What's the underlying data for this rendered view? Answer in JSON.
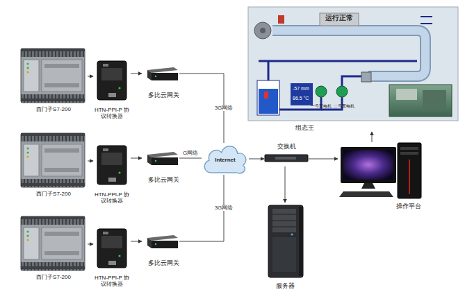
{
  "diagram": {
    "nodes": [
      {
        "text": [
          "西门子S7-200"
        ]
      },
      {
        "text": [
          "HTN-PPI-P 协议转换器"
        ]
      },
      {
        "text": [
          "多比云网关"
        ]
      },
      {
        "text": [
          "西门子S7-200"
        ]
      },
      {
        "text": [
          "HTN-PPI-P 协议转换器"
        ]
      },
      {
        "text": [
          "多比云网关"
        ]
      },
      {
        "text": [
          "西门子S7-200"
        ]
      },
      {
        "text": [
          "HTN-PPI-P 协议转换器"
        ]
      },
      {
        "text": [
          "多比云网关"
        ]
      },
      {
        "text": [
          "Internet"
        ]
      },
      {
        "text": [
          "交换机"
        ]
      },
      {
        "text": [
          "操作平台"
        ]
      },
      {
        "text": [
          "服务器"
        ]
      },
      {
        "text": [
          "运行正常",
          "组态王"
        ]
      }
    ],
    "edges": [
      {
        "from": 0,
        "to": 1,
        "arrow": "to"
      },
      {
        "from": 1,
        "to": 2,
        "arrow": "to"
      },
      {
        "from": 3,
        "to": 4,
        "arrow": "to"
      },
      {
        "from": 4,
        "to": 5,
        "arrow": "to"
      },
      {
        "from": 6,
        "to": 7,
        "arrow": "to"
      },
      {
        "from": 7,
        "to": 8,
        "arrow": "to"
      },
      {
        "from": 2,
        "to": 9,
        "label": "3G网络",
        "arrow": "none"
      },
      {
        "from": 5,
        "to": 9,
        "label": "G网络",
        "arrow": "none"
      },
      {
        "from": 8,
        "to": 9,
        "label": "3G网络",
        "arrow": "none"
      },
      {
        "from": 9,
        "to": 10,
        "arrow": "to"
      },
      {
        "from": 10,
        "to": 11,
        "arrow": "to"
      },
      {
        "from": 10,
        "to": 12,
        "arrow": "to"
      },
      {
        "from": 11,
        "to": 13,
        "arrow": "to"
      }
    ],
    "labels": [
      "-57 mm",
      "86.5 °C",
      "一号泵电机",
      "二号泵电机"
    ]
  }
}
